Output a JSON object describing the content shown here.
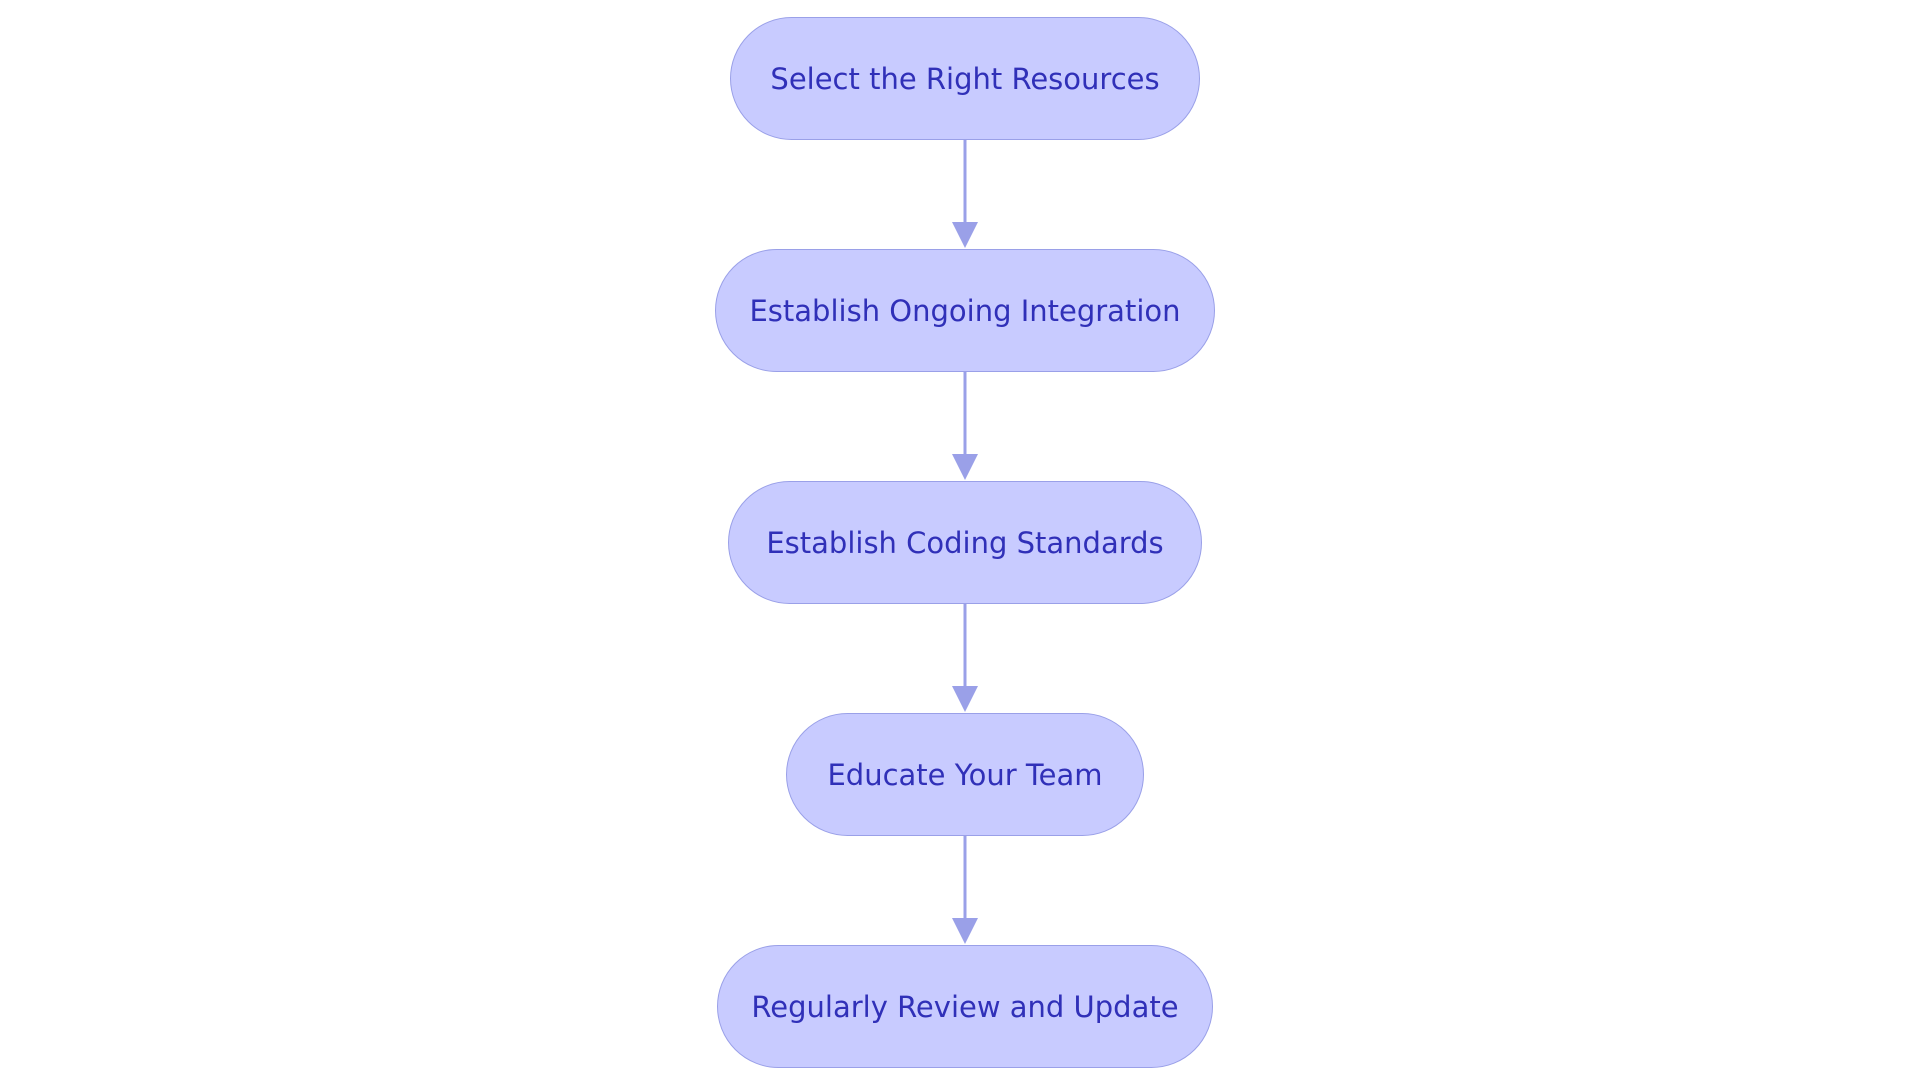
{
  "flowchart": {
    "direction": "top-to-bottom",
    "colors": {
      "node_fill": "#c8cbff",
      "node_border": "#9aa0e8",
      "node_text": "#3030b8",
      "edge": "#9aa0e8"
    },
    "nodes": [
      {
        "id": "n1",
        "label": "Select the Right Resources"
      },
      {
        "id": "n2",
        "label": "Establish Ongoing Integration"
      },
      {
        "id": "n3",
        "label": "Establish Coding Standards"
      },
      {
        "id": "n4",
        "label": "Educate Your Team"
      },
      {
        "id": "n5",
        "label": "Regularly Review and Update"
      }
    ],
    "edges": [
      {
        "from": "n1",
        "to": "n2"
      },
      {
        "from": "n2",
        "to": "n3"
      },
      {
        "from": "n3",
        "to": "n4"
      },
      {
        "from": "n4",
        "to": "n5"
      }
    ]
  }
}
